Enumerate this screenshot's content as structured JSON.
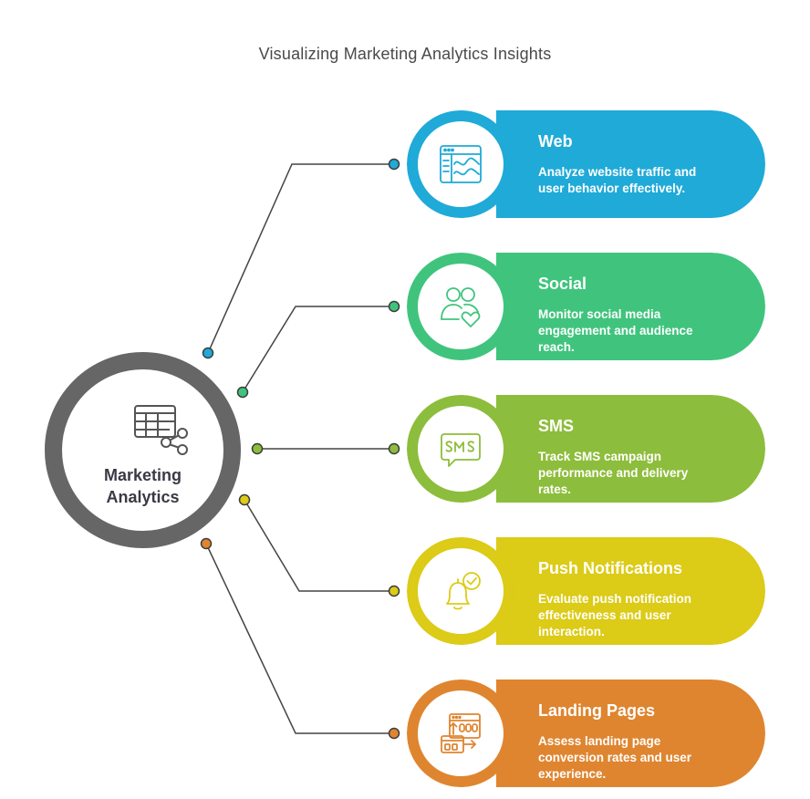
{
  "title": "Visualizing Marketing Analytics Insights",
  "hub": {
    "label_line1": "Marketing",
    "label_line2": "Analytics",
    "icon": "table-share-icon",
    "color": "#666666"
  },
  "items": [
    {
      "title": "Web",
      "description": "Analyze website traffic and user behavior effectively.",
      "icon": "browser-chart-icon",
      "color": "#1faad8"
    },
    {
      "title": "Social",
      "description": "Monitor social media engagement and audience reach.",
      "icon": "users-heart-icon",
      "color": "#40c47d"
    },
    {
      "title": "SMS",
      "description": "Track SMS campaign performance and delivery rates.",
      "icon": "sms-bubble-icon",
      "color": "#8dbd3c"
    },
    {
      "title": "Push Notifications",
      "description": "Evaluate push notification effectiveness and user interaction.",
      "icon": "bell-check-icon",
      "color": "#dccb17"
    },
    {
      "title": "Landing Pages",
      "description": "Assess landing page conversion rates and user experience.",
      "icon": "landing-page-icon",
      "color": "#df8530"
    }
  ]
}
